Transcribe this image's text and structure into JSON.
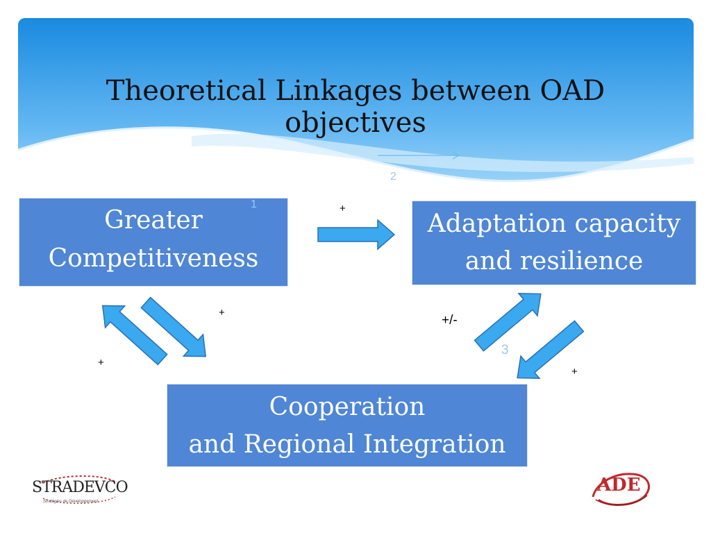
{
  "slide": {
    "title_line1": "Theoretical Linkages between OAD",
    "title_line2": "objectives"
  },
  "boxes": {
    "competitiveness": {
      "line1": "Greater",
      "line2": "Competitiveness"
    },
    "adaptation": {
      "line1": "Adaptation capacity",
      "line2": "and resilience"
    },
    "cooperation": {
      "line1": "Cooperation",
      "line2": "and Regional Integration"
    }
  },
  "numbers": {
    "n1": "1",
    "n2": "2",
    "n3": "3"
  },
  "signs": {
    "top_arrow": "+",
    "gc_to_co": "+",
    "co_to_gc": "+",
    "co_to_ac": "+/-",
    "ac_to_co": "+"
  },
  "logos": {
    "stradevco_word": "STRADEVCO",
    "stradevco_tagline": "Stratégies de Développement",
    "ade_word": "ADE"
  },
  "colors": {
    "box_fill": "#4f86d6",
    "arrow_fill": "#3aa9ef",
    "arrow_stroke": "#2a6fb6",
    "header_top": "#1f8fe0",
    "header_bottom": "#bfe3fb"
  }
}
